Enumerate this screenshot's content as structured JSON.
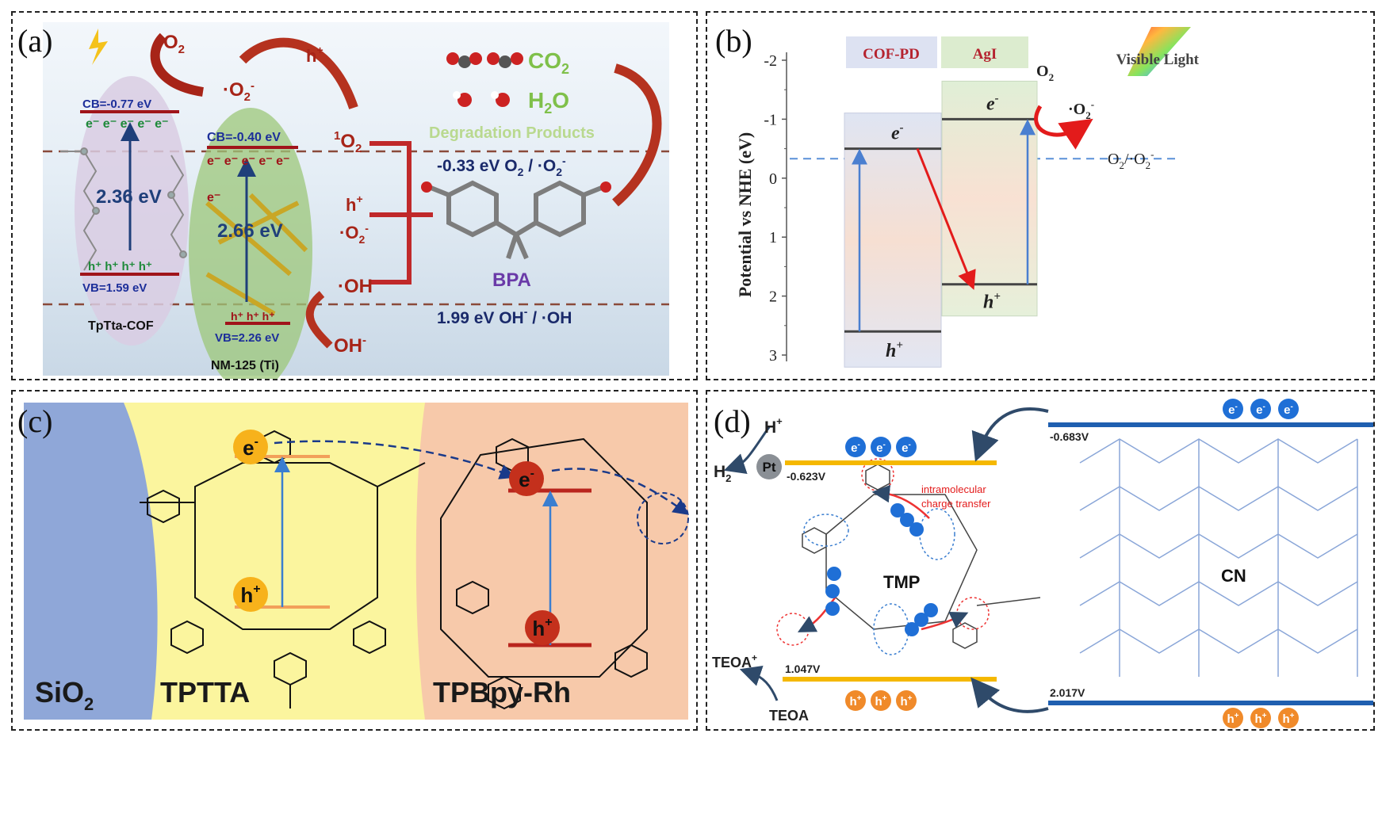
{
  "panel_a": {
    "label": "(a)",
    "o2": "O",
    "o2_sub": "2",
    "superoxide": "·O",
    "superoxide_sub": "2",
    "superoxide_sup": "-",
    "hplus": "h",
    "hplus_sup": "+",
    "co2": "CO",
    "co2_sub": "2",
    "h2o": "H",
    "h2o_sub": "2",
    "h2o_tail": "O",
    "degradation": "Degradation Products",
    "cof_cb": "CB=-0.77 eV",
    "cof_vb": "VB=1.59 eV",
    "cof_gap": "2.36 eV",
    "cof_name": "TpTta-COF",
    "nm_cb": "CB=-0.40 eV",
    "nm_vb": "VB=2.26 eV",
    "nm_gap": "2.66 eV",
    "nm_name": "NM-125 (Ti)",
    "singlet_sup": "1",
    "singlet": "O",
    "singlet_sub": "2",
    "redox1": "-0.33 eV O",
    "redox1_sub": "2",
    "redox1_tail": " / ·O",
    "redox1_sub2": "2",
    "redox1_sup": "-",
    "redox2": "1.99 eV OH",
    "redox2_sup": "-",
    "redox2_tail": " / ·OH",
    "oh_radical": "·OH",
    "hydroxide": "OH",
    "hydroxide_sup": "-",
    "bpa": "BPA",
    "electron": "e",
    "electron_sup": "-",
    "hole": "h",
    "hole_sup": "+"
  },
  "panel_b": {
    "label": "(b)",
    "ylabel": "Potential vs NHE (eV)",
    "yticks": [
      "-2",
      "-1",
      "0",
      "1",
      "2",
      "3"
    ],
    "legend_cof": "COF-PD",
    "legend_agi": "AgI",
    "visible_light": "Visible Light",
    "o2": "O",
    "o2_sub": "2",
    "superoxide": "·O",
    "superoxide_sub": "2",
    "superoxide_sup": "-",
    "redox_label": "O",
    "redox_sub": "2",
    "redox_tail": "/·O",
    "redox_sub2": "2",
    "redox_sup": "-",
    "electron": "e",
    "electron_sup": "-",
    "hole": "h",
    "hole_sup": "+"
  },
  "panel_c": {
    "label": "(c)",
    "sio2": "SiO",
    "sio2_sub": "2",
    "tptta": "TPTTA",
    "tpbpy": "TPBpy-Rh",
    "electron": "e",
    "electron_sup": "-",
    "hole": "h",
    "hole_sup": "+"
  },
  "panel_d": {
    "label": "(d)",
    "hplus": "H",
    "hplus_sup": "+",
    "h2": "H",
    "h2_sub": "2",
    "pt": "Pt",
    "tmp_cb": "-0.623V",
    "cn_cb": "-0.683V",
    "tmp_vb": "1.047V",
    "cn_vb": "2.017V",
    "intramolecular_1": "intramolecular",
    "intramolecular_2": "charge transfer",
    "tmp": "TMP",
    "cn": "CN",
    "teoa_plus": "TEOA",
    "teoa_plus_sup": "+",
    "teoa": "TEOA",
    "electron": "e",
    "electron_sup": "-",
    "hole": "h",
    "hole_sup": "+"
  },
  "colors": {
    "dark_red": "#b3231c",
    "navy": "#1f3a93",
    "green_text": "#7fc04a",
    "purple": "#6a3aa8",
    "orange": "#f08a2a",
    "blue_dot": "#1f6fd6",
    "gold_band": "#f5b800"
  }
}
